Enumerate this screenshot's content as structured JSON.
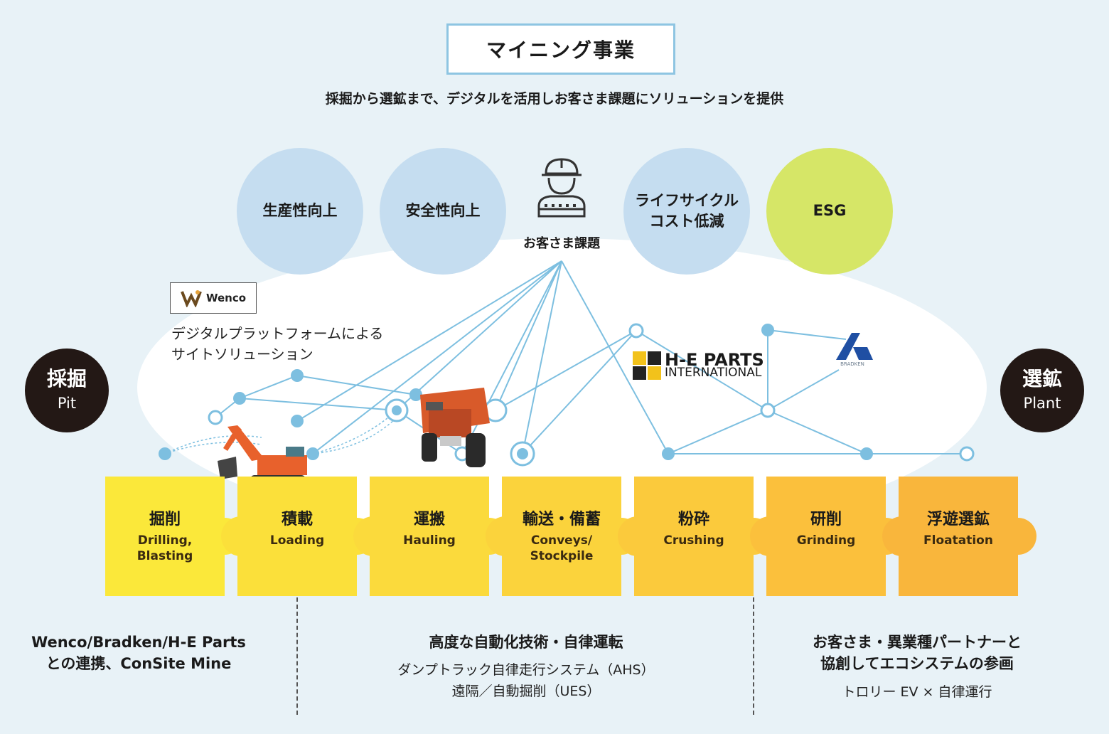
{
  "header": {
    "title": "マイニング事業",
    "subtitle": "採掘から選鉱まで、デジタルを活用しお客さま課題にソリューションを提供"
  },
  "challenges": [
    {
      "label": "生産性向上"
    },
    {
      "label": "安全性向上"
    },
    {
      "label": "ライフサイクル\nコスト低減"
    },
    {
      "label": "ESG"
    }
  ],
  "customer": {
    "label": "お客さま課題",
    "icon": "worker-icon"
  },
  "ends": {
    "left": {
      "jp": "採掘",
      "en": "Pit"
    },
    "right": {
      "jp": "選鉱",
      "en": "Plant"
    }
  },
  "partners": {
    "wenco": {
      "logo_text": "Wenco",
      "description_line1": "デジタルプラットフォームによる",
      "description_line2": "サイトソリューション"
    },
    "heparts": {
      "name": "H-E PARTS",
      "sub": "INTERNATIONAL"
    },
    "bradken": {
      "name": "BRADKEN"
    }
  },
  "process": [
    {
      "jp": "掘削",
      "en": "Drilling,\nBlasting",
      "color": "#fbe83a"
    },
    {
      "jp": "積載",
      "en": "Loading",
      "color": "#fbe03a"
    },
    {
      "jp": "運搬",
      "en": "Hauling",
      "color": "#fbda3c"
    },
    {
      "jp": "輸送・備蓄",
      "en": "Conveys/\nStockpile",
      "color": "#fbd33c"
    },
    {
      "jp": "粉砕",
      "en": "Crushing",
      "color": "#fbca3c"
    },
    {
      "jp": "研削",
      "en": "Grinding",
      "color": "#fbc03c"
    },
    {
      "jp": "浮遊選鉱",
      "en": "Floatation",
      "color": "#f9b63c"
    }
  ],
  "bottom": {
    "left": {
      "line1": "Wenco/Bradken/H-E Parts",
      "line2": "との連携、ConSite Mine"
    },
    "center": {
      "title": "高度な自動化技術・自律運転",
      "line1": "ダンプトラック自律走行システム（AHS）",
      "line2": "遠隔／自動掘削（UES）"
    },
    "right": {
      "line1": "お客さま・異業種パートナーと",
      "line2": "協創してエコシステムの参画",
      "sub": "トロリー EV × 自律運行"
    }
  },
  "colors": {
    "background": "#e8f2f7",
    "circle_blue": "#c5ddf0",
    "circle_lime": "#d6e667",
    "network": "#7dbfe0",
    "dark": "#231815"
  }
}
